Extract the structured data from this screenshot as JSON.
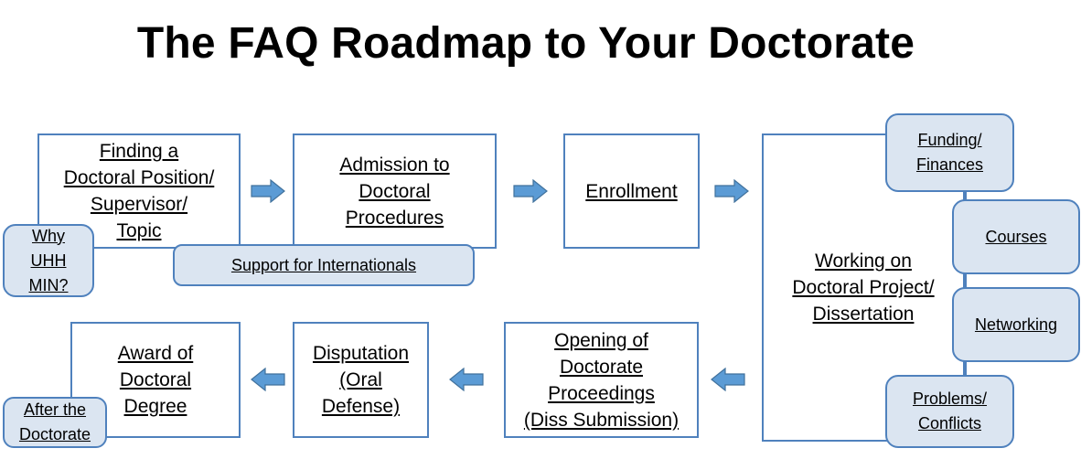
{
  "title": "The FAQ Roadmap to Your Doctorate",
  "colors": {
    "border": "#4f81bd",
    "pill_fill": "#dbe5f1",
    "arrow": "#5b9bd5"
  },
  "steps": {
    "finding": "Finding a\nDoctoral Position/\nSupervisor/\nTopic",
    "admission": "Admission to\nDoctoral\nProcedures",
    "enrollment": "Enrollment",
    "working": "Working on\nDoctoral Project/\nDissertation",
    "opening": "Opening of\nDoctorate\nProceedings\n(Diss Submission)",
    "disputation": "Disputation\n(Oral\nDefense)",
    "award": "Award of\nDoctoral\nDegree"
  },
  "side_topics": {
    "why_uhh": "Why\nUHH\nMIN?",
    "support_internationals": "Support for Internationals",
    "funding": "Funding/\nFinances",
    "courses": "Courses",
    "networking": "Networking",
    "problems": "Problems/\nConflicts",
    "after_doctorate": "After the\nDoctorate"
  },
  "arrow_icon": "block-arrow-icon"
}
